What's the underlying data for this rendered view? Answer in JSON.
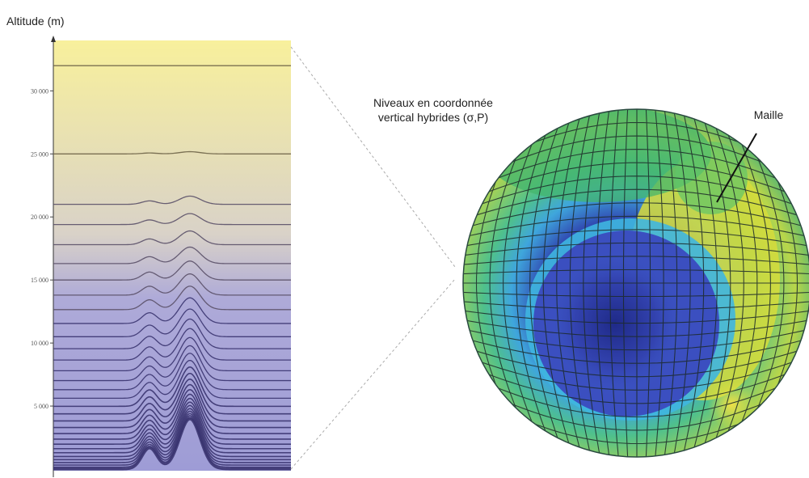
{
  "left_panel": {
    "y_axis_title": "Altitude (m)",
    "y_ticks": [
      {
        "value": 5000,
        "label": "5 000"
      },
      {
        "value": 10000,
        "label": "10 000"
      },
      {
        "value": 15000,
        "label": "15 000"
      },
      {
        "value": 20000,
        "label": "20 000"
      },
      {
        "value": 25000,
        "label": "25 000"
      },
      {
        "value": 30000,
        "label": "30 000"
      }
    ],
    "y_range": [
      0,
      34000
    ],
    "level_altitudes": [
      0,
      150,
      320,
      520,
      750,
      1000,
      1300,
      1620,
      1980,
      2380,
      2820,
      3300,
      3820,
      4380,
      4980,
      5620,
      6300,
      7020,
      7800,
      8650,
      9550,
      10500,
      11550,
      12650,
      13800,
      15000,
      16300,
      17800,
      19400,
      21000,
      25000,
      32000
    ],
    "background_gradient": {
      "top": "#f8f09c",
      "middle": "#d9d2c8",
      "bottom": "#9e9cd6"
    }
  },
  "annotations": {
    "levels_title_line1": "Niveaux en coordonnée",
    "levels_title_line2": "vertical hybrides (σ,P)",
    "cell_label": "Maille"
  },
  "globe": {
    "colors": {
      "outer": "#33b07a",
      "ring": "#c9dc3e",
      "inner_light": "#42b8e0",
      "inner_dark": "#2a3aa8",
      "core": "#1e2680",
      "hot": "#e8e03a"
    }
  }
}
